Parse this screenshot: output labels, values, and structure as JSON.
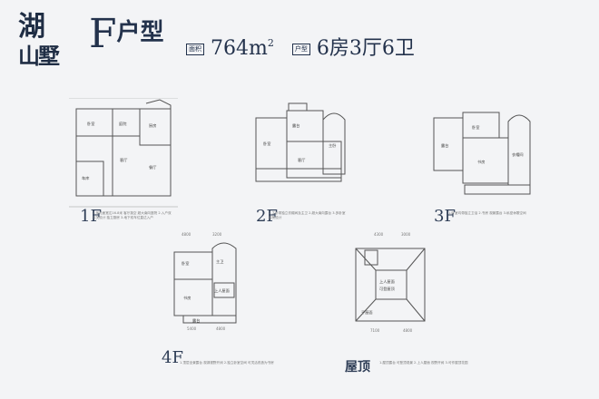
{
  "logo": {
    "text_top": "湖",
    "text_bottom": "山墅"
  },
  "header": {
    "type_letter": "F",
    "type_cn": "户型",
    "area_badge": "面积",
    "area": "764",
    "area_unit": "m",
    "area_sup": "2",
    "rooms_badge": "户型",
    "rooms": "6房3厅6卫"
  },
  "floors": {
    "f1": {
      "label": "1F"
    },
    "f2": {
      "label": "2F"
    },
    "f3": {
      "label": "3F"
    },
    "f4": {
      "label": "4F"
    },
    "roof": {
      "label": "屋顶"
    }
  },
  "rooms": {
    "f1": [
      "客厅",
      "餐厅",
      "厨房",
      "卧室",
      "车库",
      "庭院"
    ],
    "f2": [
      "卧室",
      "客厅",
      "主卧",
      "露台"
    ],
    "f3": [
      "卧室",
      "露台",
      "书房",
      "衣帽间"
    ],
    "f4": [
      "卧室",
      "主卫",
      "书房",
      "露台",
      "上人屋面"
    ],
    "roof": [
      "上人屋面",
      "可登屋顶",
      "平屋面"
    ]
  },
  "notes": {
    "f1": "1.采光面宽达16.8米 客厅挑空 超大南向庭院 2.入户双玄关设计 独立厨房 3.地下双车位直达入户",
    "f2": "1.主卧带独立衣帽间及主卫 2.超大南向露台 3.多卧室套房设计",
    "f3": "1.卧室均带独立卫浴 2.书房 观景露台 3.私密休憩空间",
    "f4": "1.顶层全景露台 观湖视野开阔 2.独立卧室空间 可灵活改造为书房",
    "roof": "1.屋顶露台 可登顶观景 2.上人屋面 视野开阔 3.可作屋顶花园"
  },
  "dimensions": {
    "f4_top": [
      "4800",
      "3200"
    ],
    "f4_bottom": [
      "5400",
      "4800"
    ],
    "roof_top": [
      "4300",
      "3000"
    ],
    "roof_bottom": [
      "7100",
      "4800"
    ]
  }
}
